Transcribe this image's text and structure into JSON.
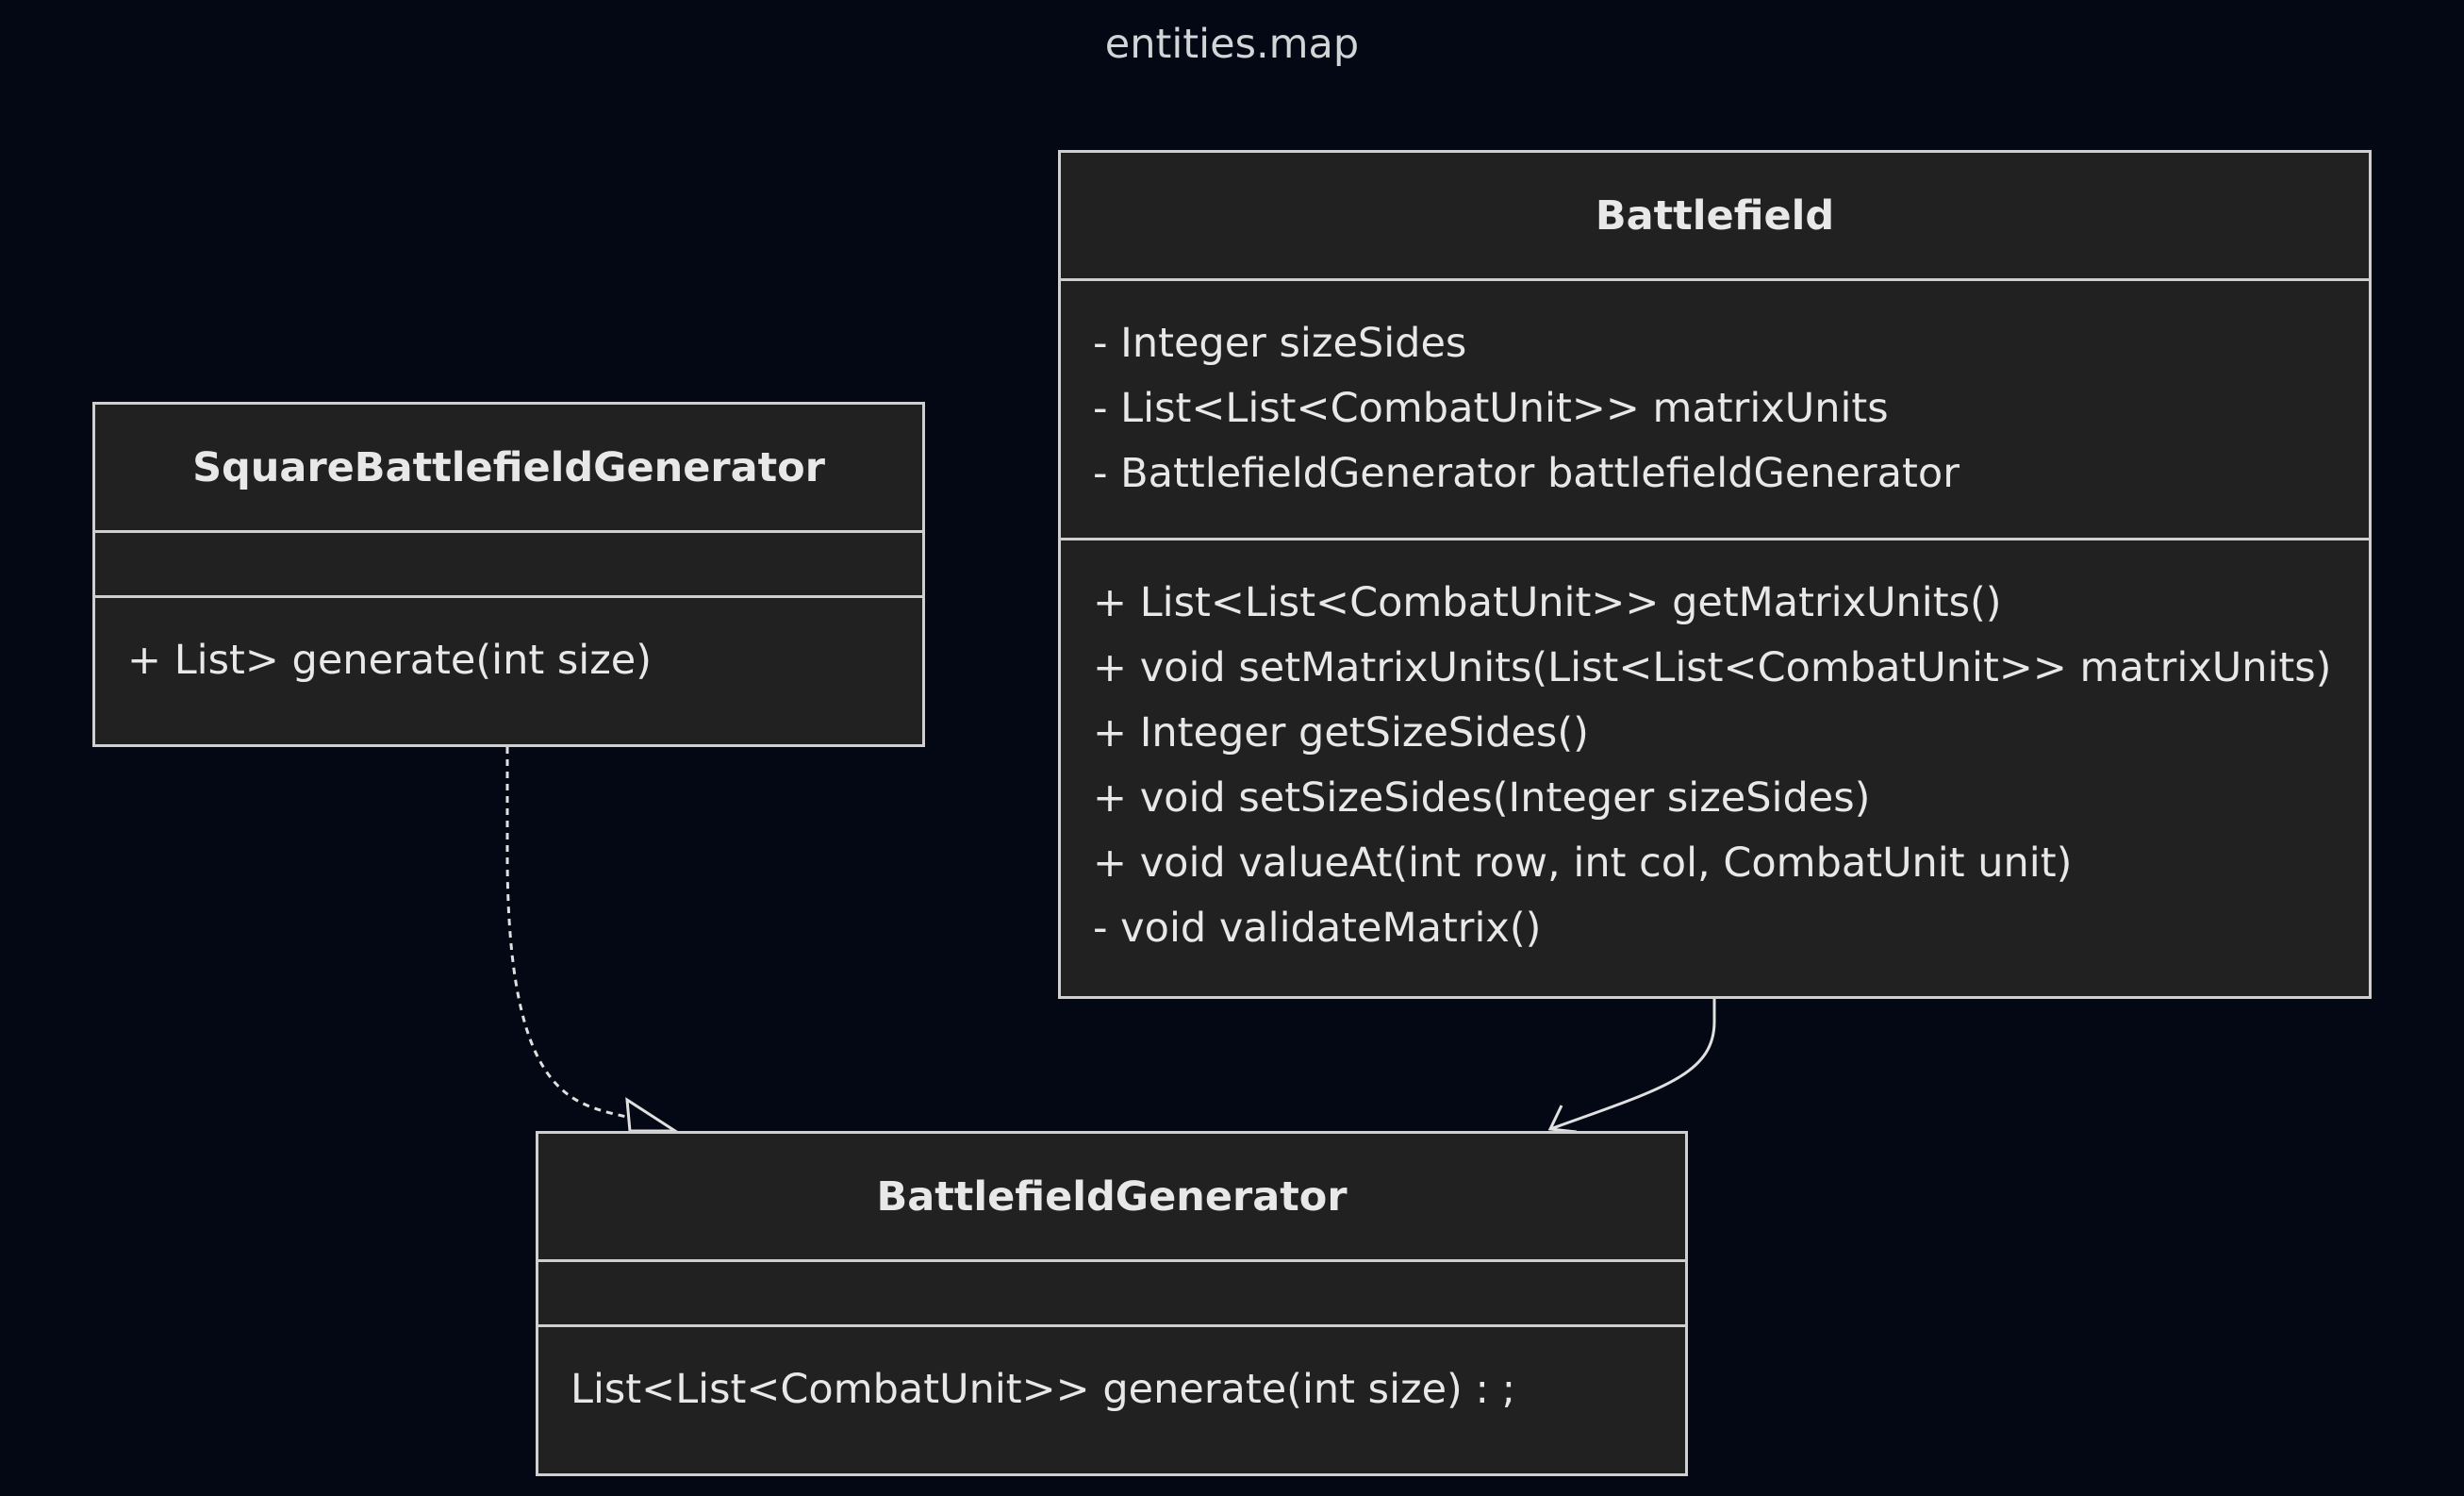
{
  "diagram": {
    "title": "entities.map"
  },
  "classes": {
    "battlefield": {
      "name": "Battlefield",
      "attributes": [
        "- Integer sizeSides",
        "- List<List<CombatUnit>> matrixUnits",
        "- BattlefieldGenerator battlefieldGenerator"
      ],
      "methods": [
        "+ List<List<CombatUnit>> getMatrixUnits()",
        "+ void setMatrixUnits(List<List<CombatUnit>> matrixUnits)",
        "+ Integer getSizeSides()",
        "+ void setSizeSides(Integer sizeSides)",
        "+ void valueAt(int row, int col, CombatUnit unit)",
        "- void validateMatrix()"
      ]
    },
    "square_generator": {
      "name": "SquareBattlefieldGenerator",
      "attributes": [],
      "methods": [
        "+ List> generate(int size)"
      ]
    },
    "battlefield_generator": {
      "name": "BattlefieldGenerator",
      "attributes": [],
      "methods": [
        "List<List<CombatUnit>> generate(int size) : ;"
      ]
    }
  },
  "relations": [
    {
      "from": "SquareBattlefieldGenerator",
      "to": "BattlefieldGenerator",
      "type": "realization"
    },
    {
      "from": "Battlefield",
      "to": "BattlefieldGenerator",
      "type": "association"
    }
  ],
  "colors": {
    "background": "#040814",
    "box_fill": "#212121",
    "box_border": "#cfcfcf",
    "text": "#e8e8e8"
  }
}
